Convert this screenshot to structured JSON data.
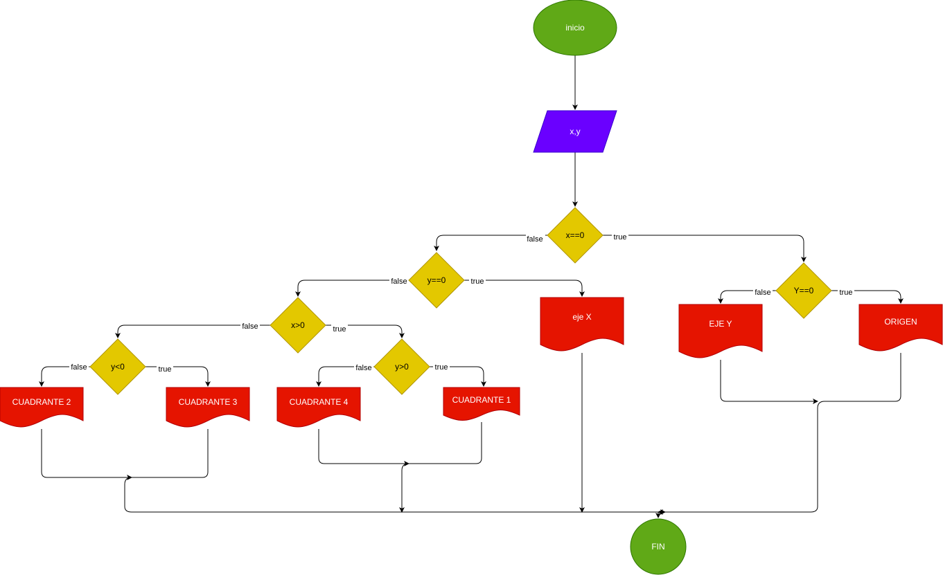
{
  "colors": {
    "terminal": "#60a917",
    "terminal_stroke": "#2d7600",
    "io": "#6a00ff",
    "io_stroke": "#3700cc",
    "decision": "#e3c800",
    "decision_stroke": "#b09500",
    "document": "#e51400",
    "document_stroke": "#b20000"
  },
  "nodes": {
    "inicio": "inicio",
    "input_xy": "x,y",
    "x_eq_0": "x==0",
    "y_eq_0": "y==0",
    "x_gt_0": "x>0",
    "y_lt_0": "y<0",
    "y_gt_0": "y>0",
    "Y_eq_0": "Y==0",
    "cuadrante_2": "CUADRANTE 2",
    "cuadrante_3": "CUADRANTE 3",
    "cuadrante_4": "CUADRANTE 4",
    "cuadrante_1": "CUADRANTE 1",
    "eje_x": "eje X",
    "eje_y": "EJE Y",
    "origen": "ORIGEN",
    "fin": "FIN"
  },
  "edge_labels": {
    "x_eq_0_false": "false",
    "x_eq_0_true": "true",
    "y_eq_0_false": "false",
    "y_eq_0_true": "true",
    "x_gt_0_false": "false",
    "x_gt_0_true": "true",
    "y_lt_0_false": "false",
    "y_lt_0_true": "true",
    "y_gt_0_false": "false",
    "y_gt_0_true": "true",
    "Y_eq_0_false": "false",
    "Y_eq_0_true": "true"
  }
}
